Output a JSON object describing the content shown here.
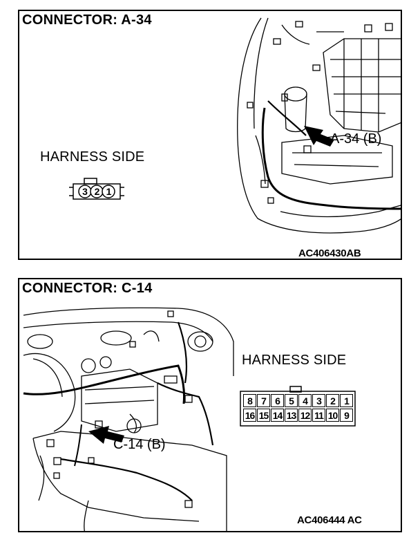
{
  "panel_a": {
    "title": "CONNECTOR: A-34",
    "harness_label": "HARNESS SIDE",
    "pins": [
      "3",
      "2",
      "1"
    ],
    "callout": "A-34 (B)",
    "code": "AC406430AB"
  },
  "panel_c": {
    "title": "CONNECTOR: C-14",
    "harness_label": "HARNESS SIDE",
    "pins_top": [
      "8",
      "7",
      "6",
      "5",
      "4",
      "3",
      "2",
      "1"
    ],
    "pins_bottom": [
      "16",
      "15",
      "14",
      "13",
      "12",
      "11",
      "10",
      "9"
    ],
    "callout": "C-14 (B)",
    "code": "AC406444 AC"
  }
}
